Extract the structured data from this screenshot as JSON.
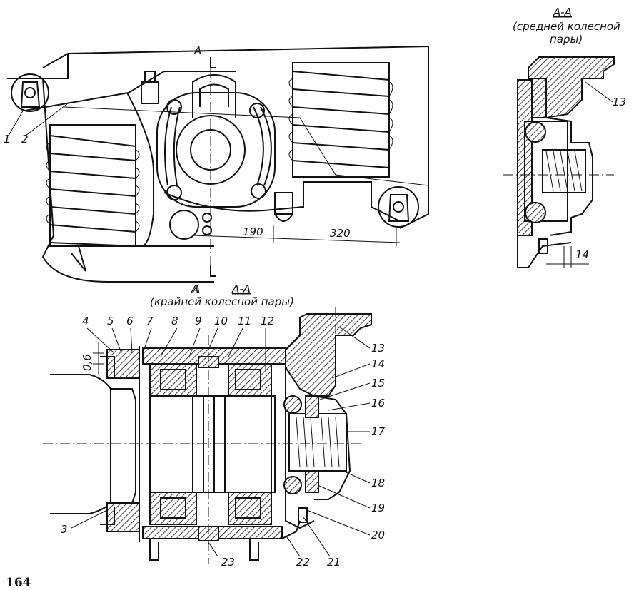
{
  "top_view": {
    "section_mark": "A",
    "section_mark_bottom": "A",
    "labels": [
      "1",
      "2"
    ],
    "dimensions": [
      "190",
      "320"
    ]
  },
  "middle_section": {
    "title": "А-А",
    "subtitle": "(средней колесной",
    "subtitle2": "пары)",
    "labels": [
      "13",
      "14"
    ]
  },
  "bottom_section": {
    "mark": "A",
    "title": "А-А",
    "subtitle": "(крайней колесной пары)",
    "labels_top": [
      "4",
      "5",
      "6",
      "7",
      "8",
      "9",
      "10",
      "11",
      "12"
    ],
    "labels_right": [
      "13",
      "14",
      "15",
      "16",
      "17",
      "18",
      "19",
      "20"
    ],
    "labels_bottom": [
      "23",
      "22",
      "21"
    ],
    "label_left": "3",
    "gap_dim": "0,6"
  },
  "page_number": "164"
}
